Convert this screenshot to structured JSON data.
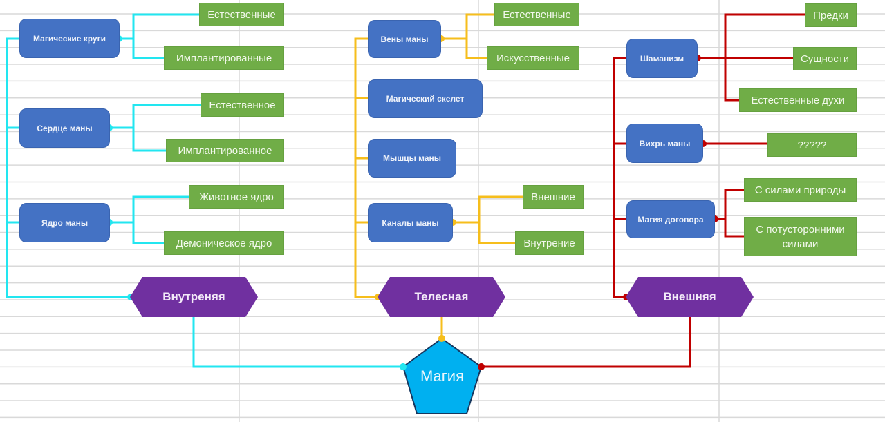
{
  "colors": {
    "internal": "#22e6f0",
    "bodily": "#f6be1c",
    "external": "#c00000",
    "category_fill": "#4472c4",
    "leaf_fill": "#70ad47",
    "branch_fill": "#7030a0",
    "center_fill": "#00b0f0"
  },
  "center": {
    "label": "Магия"
  },
  "branches": {
    "internal": {
      "label": "Внутреняя",
      "categories": [
        {
          "label": "Магические круги",
          "children": [
            "Естественные",
            "Имплантированные"
          ]
        },
        {
          "label": "Сердце маны",
          "children": [
            "Естественное",
            "Имплантированное"
          ]
        },
        {
          "label": "Ядро маны",
          "children": [
            "Животное ядро",
            "Демоническое ядро"
          ]
        }
      ]
    },
    "bodily": {
      "label": "Телесная",
      "categories": [
        {
          "label": "Вены маны",
          "children": [
            "Естественные",
            "Искусственные"
          ]
        },
        {
          "label": "Магический скелет",
          "children": []
        },
        {
          "label": "Мышцы маны",
          "children": []
        },
        {
          "label": "Каналы маны",
          "children": [
            "Внешние",
            "Внутрение"
          ]
        }
      ]
    },
    "external": {
      "label": "Внешняя",
      "categories": [
        {
          "label": "Шаманизм",
          "children": [
            "Предки",
            "Сущности",
            "Естественные духи"
          ]
        },
        {
          "label": "Вихрь маны",
          "children": [
            "?????"
          ]
        },
        {
          "label": "Магия договора",
          "children": [
            "С силами природы",
            "С потусторонними силами"
          ]
        }
      ]
    }
  }
}
